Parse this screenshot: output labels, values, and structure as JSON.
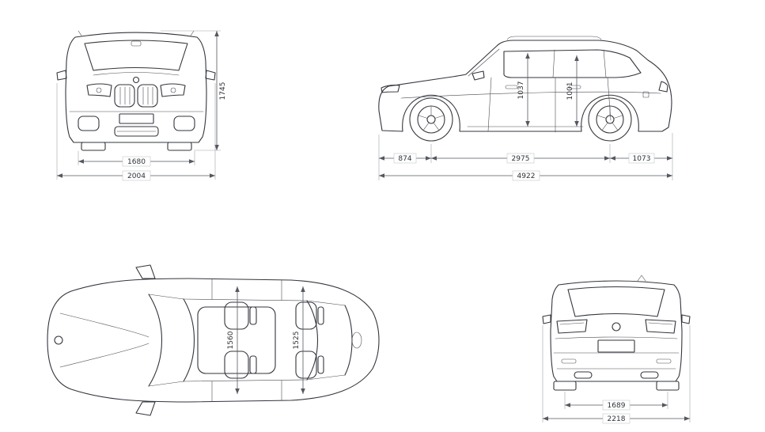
{
  "front_view": {
    "overall_height": "1745",
    "track_width": "1680",
    "overall_width": "2004"
  },
  "side_view": {
    "front_interior_height": "1037",
    "rear_interior_height": "1001",
    "front_overhang": "874",
    "wheelbase": "2975",
    "rear_overhang": "1073",
    "overall_length": "4922"
  },
  "top_view": {
    "front_interior_width": "1560",
    "rear_interior_width": "1525"
  },
  "rear_view": {
    "rear_track": "1689",
    "overall_width_incl_mirrors": "2218"
  },
  "colors": {
    "background": "#ffffff",
    "line_art": "#33363d",
    "dimension_line": "#55585f",
    "dimension_text": "#2e3136"
  }
}
